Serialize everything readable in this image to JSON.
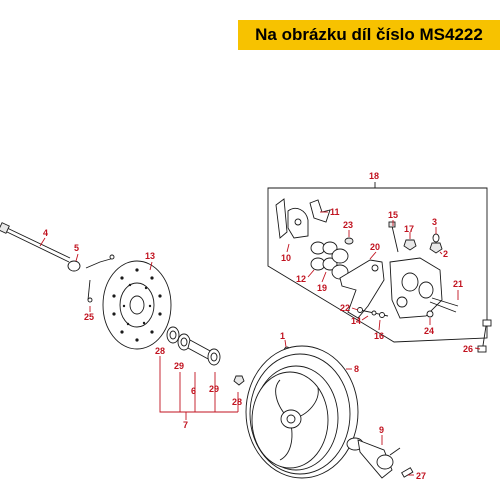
{
  "banner": {
    "text": "Na obrázku díl číslo MS4222"
  },
  "colors": {
    "banner_bg": "#f7c200",
    "callout": "#c1121f",
    "line": "#1a1a1a"
  },
  "callouts": {
    "c1": "1",
    "c2": "2",
    "c3": "3",
    "c4": "4",
    "c5": "5",
    "c6": "6",
    "c7": "7",
    "c8": "8",
    "c9": "9",
    "c10": "10",
    "c11": "11",
    "c12": "12",
    "c13": "13",
    "c14": "14",
    "c15": "15",
    "c16": "16",
    "c17": "17",
    "c18": "18",
    "c19": "19",
    "c20": "20",
    "c21": "21",
    "c22": "22",
    "c23": "23",
    "c24": "24",
    "c25": "25",
    "c26": "26",
    "c27": "27",
    "c28a": "28",
    "c28b": "28",
    "c29a": "29",
    "c29b": "29"
  }
}
